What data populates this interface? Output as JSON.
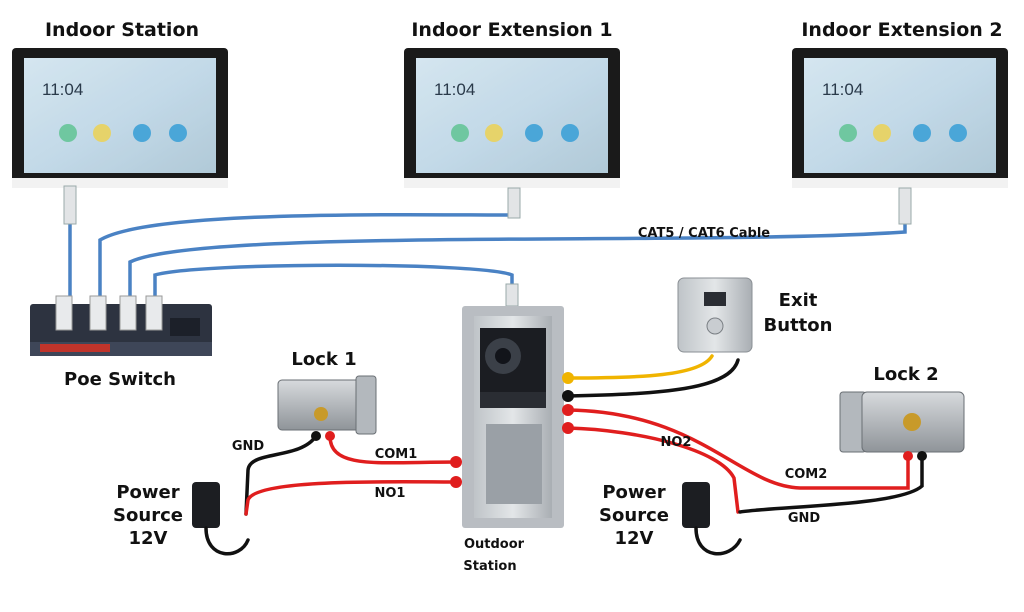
{
  "devices": {
    "indoor_station": "Indoor Station",
    "indoor_ext1": "Indoor Extension 1",
    "indoor_ext2": "Indoor Extension 2",
    "poe_switch": "Poe Switch",
    "lock1": "Lock 1",
    "lock2": "Lock 2",
    "exit_button": [
      "Exit",
      "Button"
    ],
    "power_source": [
      "Power",
      "Source",
      "12V"
    ],
    "outdoor_station": [
      "Outdoor",
      "Station"
    ]
  },
  "screen": {
    "time": "11:04",
    "apps": [
      {
        "icon": "phone-icon",
        "color": "#6fc7a0"
      },
      {
        "icon": "message-icon",
        "color": "#e6d36a"
      },
      {
        "icon": "info-icon",
        "color": "#4aa6d8"
      },
      {
        "icon": "settings-icon",
        "color": "#4aa6d8"
      }
    ]
  },
  "cables": {
    "cat": "CAT5 / CAT6 Cable"
  },
  "wires": {
    "gnd_left": "GND",
    "com1": "COM1",
    "no1": "NO1",
    "no2": "NO2",
    "com2": "COM2",
    "gnd_right": "GND"
  },
  "colors": {
    "network_cable": "#4a82c4",
    "positive_wire": "#e01e1e",
    "ground_wire": "#111111",
    "signal_wire": "#f0b400"
  }
}
